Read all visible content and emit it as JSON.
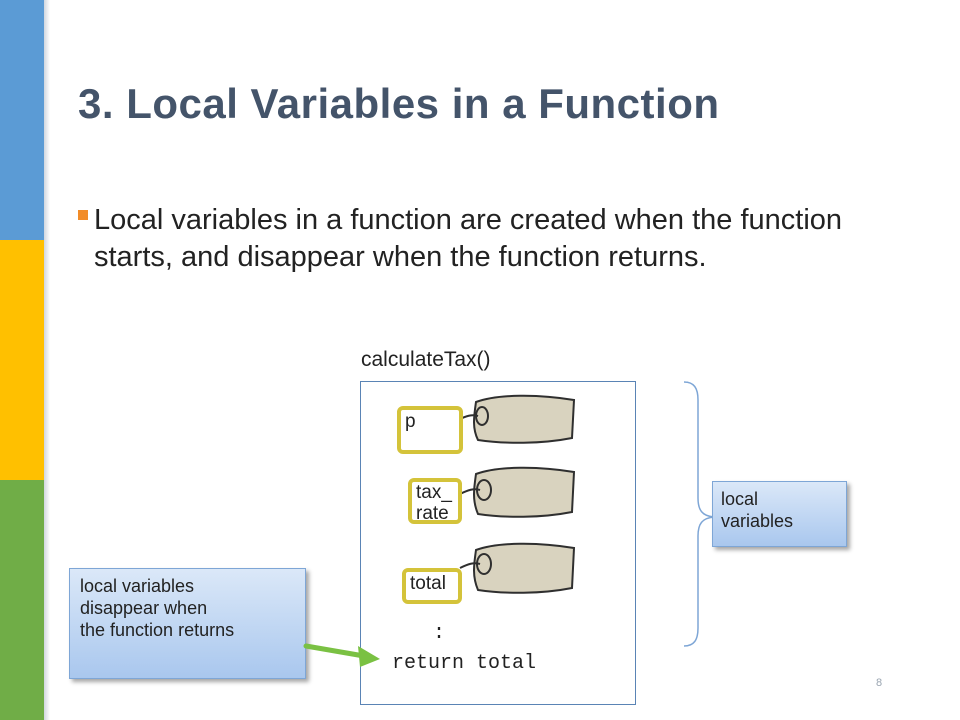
{
  "slide": {
    "title": "3.  Local Variables in a Function",
    "bullet": "Local variables in a function are created when the function starts, and disappear when the function returns.",
    "page_number": "8"
  },
  "diagram": {
    "function_label": "calculateTax()",
    "variables": [
      {
        "name": "p"
      },
      {
        "name_line1": "tax_",
        "name_line2": "rate"
      },
      {
        "name": "total"
      }
    ],
    "code_colon": ":",
    "code_return": "return total"
  },
  "callouts": {
    "right": {
      "line1": "local",
      "line2": "variables"
    },
    "left": {
      "line1": "local variables",
      "line2": "disappear when",
      "line3": "the function returns"
    }
  },
  "colors": {
    "title": "#44546a",
    "bullet_marker": "#f28c28",
    "stripe_blue": "#5b9bd5",
    "stripe_yellow": "#ffc000",
    "stripe_green": "#70ad47",
    "tag_border": "#d4c33a",
    "scroll_fill": "#d9d3bf",
    "arrow": "#7ac143",
    "brace": "#7ea6d6"
  },
  "icons": {
    "bullet": "square-bullet-icon",
    "variable_box": "scroll-tag-icon",
    "arrow": "right-arrow-icon",
    "brace": "right-brace-icon"
  }
}
